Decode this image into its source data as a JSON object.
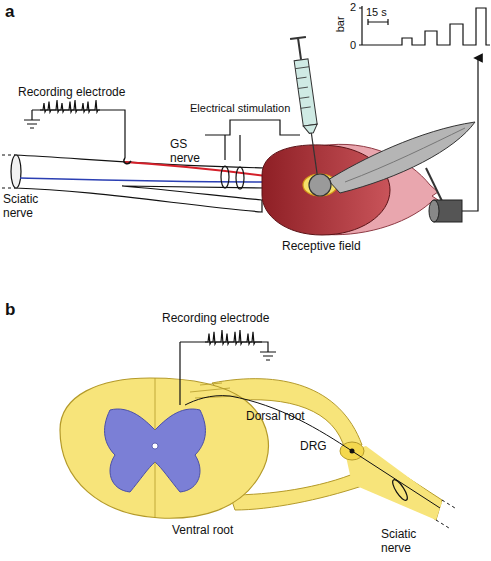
{
  "diagram": {
    "labels": [
      "a",
      "2",
      "bar",
      "15 s",
      "0",
      "Recording electrode",
      "Electrical stimulation",
      "GS nerve",
      "Sciatic nerve",
      "Receptive field",
      "b",
      "Recording electrode",
      "Dorsal root",
      "DRG",
      "Ventral root",
      "Sciatic nerve"
    ]
  }
}
